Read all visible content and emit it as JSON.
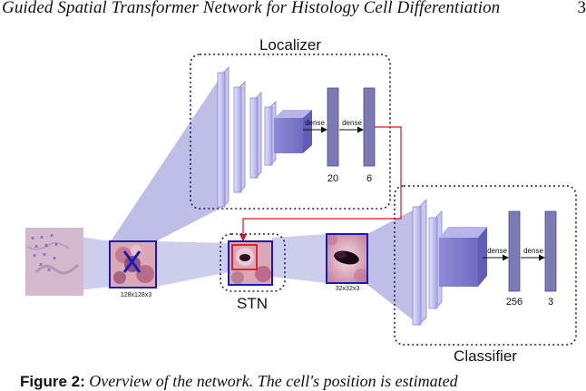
{
  "header": {
    "title": "Guided Spatial Transformer Network for Histology Cell Differentiation",
    "page_number": "3"
  },
  "figure": {
    "modules": {
      "localizer": "Localizer",
      "stn": "STN",
      "classifier": "Classifier"
    },
    "sizes": {
      "input": "128x128x3",
      "crop": "32x32x3"
    },
    "localizer_layers": {
      "dense_a": "dense",
      "dense_b": "dense",
      "units_a": "20",
      "units_b": "6"
    },
    "classifier_layers": {
      "dense_a": "dense",
      "dense_b": "dense",
      "units_a": "256",
      "units_b": "3"
    },
    "colors": {
      "conv_fill": "#a9a6e6",
      "dense_fill": "#7b7ab5",
      "box_blue": "#1a1ab8",
      "dash_navy": "#1b1b6b",
      "guide_red": "#e0141e",
      "projection": "#6f6fc8"
    }
  },
  "caption": {
    "label": "Figure 2:",
    "text": "Overview of the network. The cell's position is estimated"
  }
}
